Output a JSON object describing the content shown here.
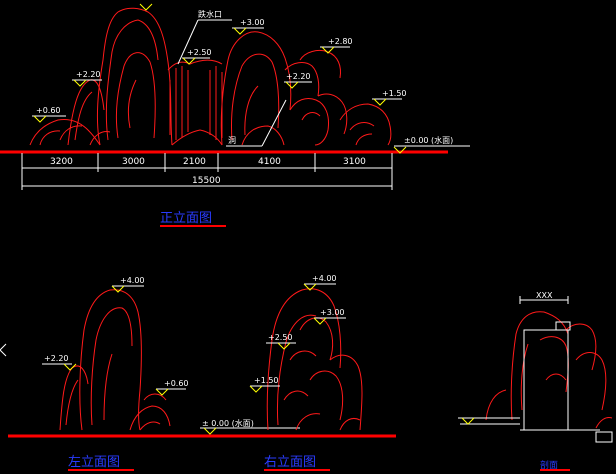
{
  "front": {
    "title": "正立面图",
    "labels": {
      "waterfall_outlet": "跌水口",
      "cave": "洞",
      "waterline": "±0.00 (水面)"
    },
    "elevations": [
      "+0.60",
      "+2.20",
      "+2.50",
      "+3.00",
      "+2.80",
      "+2.20",
      "+1.50"
    ],
    "dimensions": [
      "3200",
      "3000",
      "2100",
      "4100",
      "3100"
    ],
    "total": "15500"
  },
  "left": {
    "title": "左立面图",
    "elevations": [
      "+2.20",
      "+4.00",
      "+0.60"
    ],
    "waterline": "± 0.00 (水面)"
  },
  "right": {
    "title": "右立面图",
    "elevations": [
      "+4.00",
      "+3.00",
      "+2.50",
      "+1.50"
    ]
  },
  "section": {
    "title": "剖面",
    "top_dim": "XXX"
  },
  "colors": {
    "rock": "#ff1a1a",
    "ground": "#ff0000",
    "annotation": "#ffffff",
    "title": "#2a3cff",
    "underline": "#ff0000",
    "marker": "#ffff00"
  }
}
